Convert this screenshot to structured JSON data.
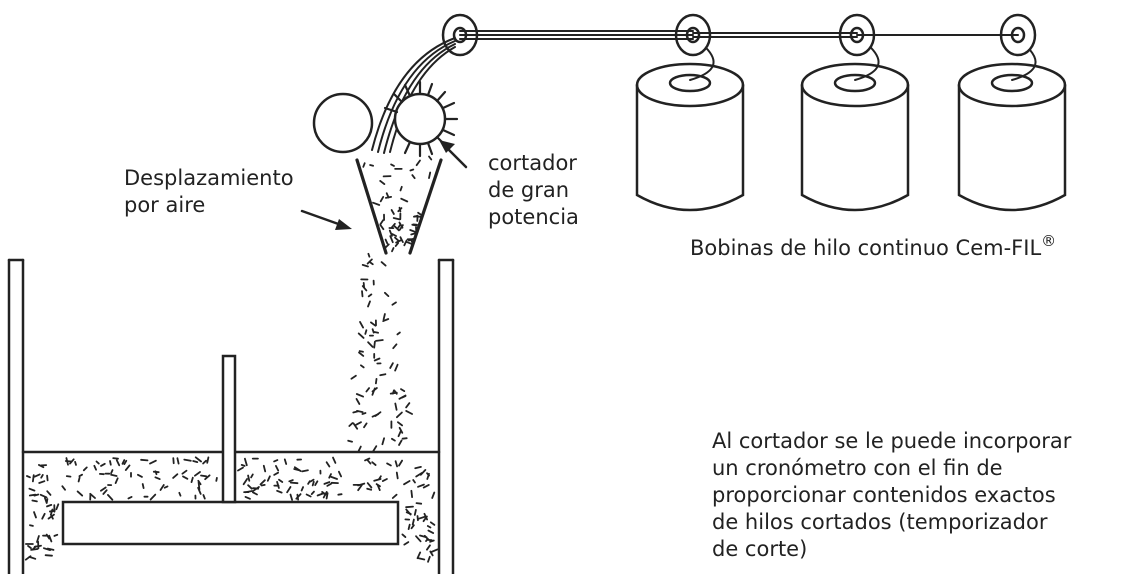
{
  "labels": {
    "air": [
      "Desplazamiento",
      "por aire"
    ],
    "cutter": [
      "cortador",
      "de gran",
      "potencia"
    ],
    "bobbins": {
      "text": "Bobinas de hilo continuo Cem-FIL",
      "sup": "®"
    },
    "note": [
      "Al cortador se le puede incorporar",
      "un cronómetro con el fin de",
      "proporcionar contenidos exactos",
      "de hilos cortados (temporizador",
      "de corte)"
    ]
  },
  "colors": {
    "ink": "#222222",
    "background": "#ffffff"
  }
}
